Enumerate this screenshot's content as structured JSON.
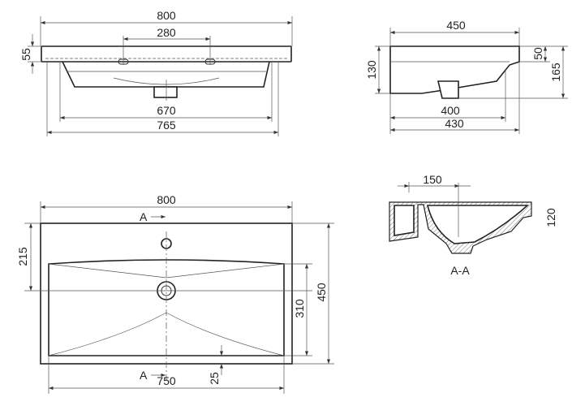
{
  "front_view": {
    "width_total": "800",
    "tap_holes_spacing": "280",
    "slab_height": "55",
    "bowl_width": "670",
    "base_width": "765"
  },
  "side_view": {
    "depth_total": "450",
    "side_height": "130",
    "rim_height": "50",
    "total_height": "165",
    "bowl_depth": "400",
    "base_depth": "430"
  },
  "plan_view": {
    "width_total": "800",
    "section_marker_top": "A",
    "section_marker_bottom": "A",
    "tap_hole_offset": "215",
    "bowl_length": "310",
    "depth_total": "450",
    "front_margin": "25",
    "bowl_width": "750"
  },
  "section_view": {
    "drain_offset": "150",
    "bowl_depth": "120",
    "section_label": "A-A"
  },
  "colors": {
    "line": "#222222",
    "background": "#ffffff"
  }
}
